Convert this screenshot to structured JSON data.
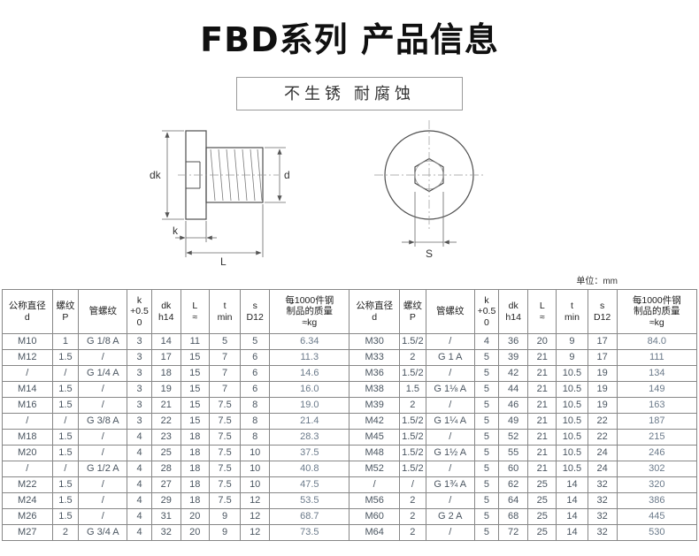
{
  "page": {
    "title": "FBD系列 产品信息",
    "subtitle": "不生锈 耐腐蚀",
    "unit_label": "单位：mm"
  },
  "diagram": {
    "labels": {
      "dk": "dk",
      "d": "d",
      "k": "k",
      "l": "L",
      "s": "S"
    }
  },
  "table": {
    "headers": [
      "公称直径\nd",
      "螺纹\nP",
      "管螺纹",
      "k\n+0.5\n0",
      "dk\nh14",
      "L\n≈",
      "t\nmin",
      "s\nD12",
      "每1000件钢\n制品的质量\n≈kg"
    ],
    "left_rows": [
      [
        "M10",
        "1",
        "G 1/8 A",
        "3",
        "14",
        "11",
        "5",
        "5",
        "6.34"
      ],
      [
        "M12",
        "1.5",
        "/",
        "3",
        "17",
        "15",
        "7",
        "6",
        "11.3"
      ],
      [
        "/",
        "/",
        "G 1/4 A",
        "3",
        "18",
        "15",
        "7",
        "6",
        "14.6"
      ],
      [
        "M14",
        "1.5",
        "/",
        "3",
        "19",
        "15",
        "7",
        "6",
        "16.0"
      ],
      [
        "M16",
        "1.5",
        "/",
        "3",
        "21",
        "15",
        "7.5",
        "8",
        "19.0"
      ],
      [
        "/",
        "/",
        "G 3/8 A",
        "3",
        "22",
        "15",
        "7.5",
        "8",
        "21.4"
      ],
      [
        "M18",
        "1.5",
        "/",
        "4",
        "23",
        "18",
        "7.5",
        "8",
        "28.3"
      ],
      [
        "M20",
        "1.5",
        "/",
        "4",
        "25",
        "18",
        "7.5",
        "10",
        "37.5"
      ],
      [
        "/",
        "/",
        "G 1/2 A",
        "4",
        "28",
        "18",
        "7.5",
        "10",
        "40.8"
      ],
      [
        "M22",
        "1.5",
        "/",
        "4",
        "27",
        "18",
        "7.5",
        "10",
        "47.5"
      ],
      [
        "M24",
        "1.5",
        "/",
        "4",
        "29",
        "18",
        "7.5",
        "12",
        "53.5"
      ],
      [
        "M26",
        "1.5",
        "/",
        "4",
        "31",
        "20",
        "9",
        "12",
        "68.7"
      ],
      [
        "M27",
        "2",
        "G 3/4 A",
        "4",
        "32",
        "20",
        "9",
        "12",
        "73.5"
      ]
    ],
    "right_rows": [
      [
        "M30",
        "1.5/2",
        "/",
        "4",
        "36",
        "20",
        "9",
        "17",
        "84.0"
      ],
      [
        "M33",
        "2",
        "G 1 A",
        "5",
        "39",
        "21",
        "9",
        "17",
        "111"
      ],
      [
        "M36",
        "1.5/2",
        "/",
        "5",
        "42",
        "21",
        "10.5",
        "19",
        "134"
      ],
      [
        "M38",
        "1.5",
        "G 1⅛ A",
        "5",
        "44",
        "21",
        "10.5",
        "19",
        "149"
      ],
      [
        "M39",
        "2",
        "/",
        "5",
        "46",
        "21",
        "10.5",
        "19",
        "163"
      ],
      [
        "M42",
        "1.5/2",
        "G 1¼ A",
        "5",
        "49",
        "21",
        "10.5",
        "22",
        "187"
      ],
      [
        "M45",
        "1.5/2",
        "/",
        "5",
        "52",
        "21",
        "10.5",
        "22",
        "215"
      ],
      [
        "M48",
        "1.5/2",
        "G 1½ A",
        "5",
        "55",
        "21",
        "10.5",
        "24",
        "246"
      ],
      [
        "M52",
        "1.5/2",
        "/",
        "5",
        "60",
        "21",
        "10.5",
        "24",
        "302"
      ],
      [
        "/",
        "/",
        "G 1¾ A",
        "5",
        "62",
        "25",
        "14",
        "32",
        "320"
      ],
      [
        "M56",
        "2",
        "/",
        "5",
        "64",
        "25",
        "14",
        "32",
        "386"
      ],
      [
        "M60",
        "2",
        "G 2 A",
        "5",
        "68",
        "25",
        "14",
        "32",
        "445"
      ],
      [
        "M64",
        "2",
        "/",
        "5",
        "72",
        "25",
        "14",
        "32",
        "530"
      ]
    ]
  }
}
